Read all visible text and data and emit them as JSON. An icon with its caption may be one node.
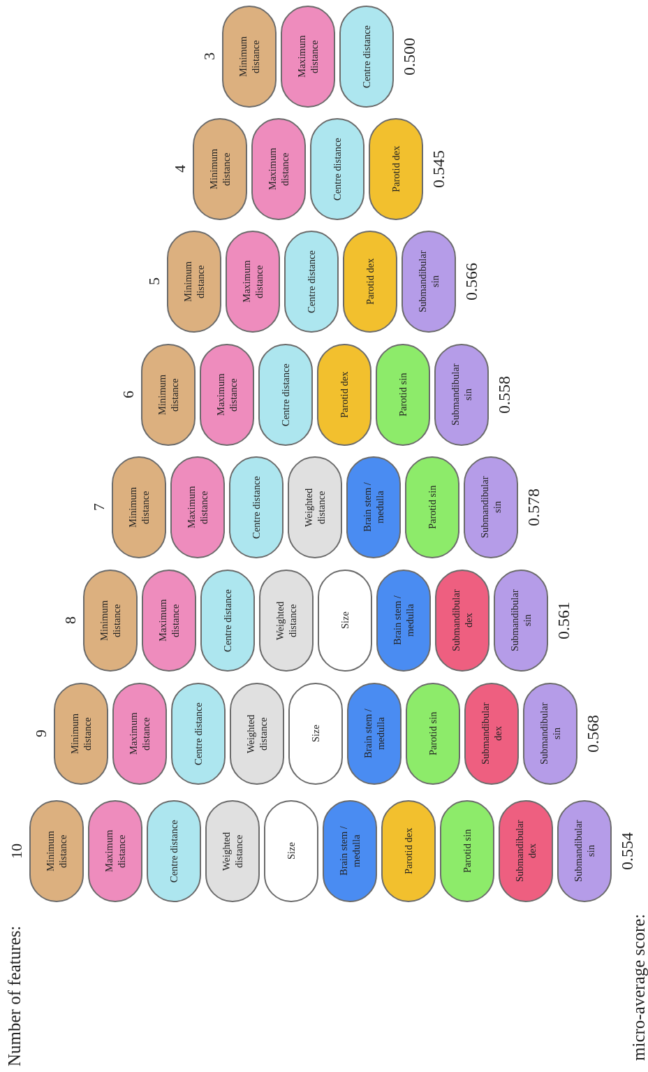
{
  "diagram": {
    "nodes": [
      {
        "text": [
          "Minimum distance"
        ]
      },
      {
        "text": [
          "Maximum distance"
        ]
      },
      {
        "text": [
          "Centre distance"
        ]
      },
      {
        "text": [
          "Weighted distance"
        ]
      },
      {
        "text": [
          "Size"
        ]
      },
      {
        "text": [
          "Brain stem / medulla"
        ]
      },
      {
        "text": [
          "Parotid dex"
        ]
      },
      {
        "text": [
          "Parotid sin"
        ]
      },
      {
        "text": [
          "Submandibular dex"
        ]
      },
      {
        "text": [
          "Submandibular sin"
        ]
      },
      {
        "text": [
          "Minimum distance"
        ]
      },
      {
        "text": [
          "Maximum distance"
        ]
      },
      {
        "text": [
          "Centre distance"
        ]
      },
      {
        "text": [
          "Weighted distance"
        ]
      },
      {
        "text": [
          "Size"
        ]
      },
      {
        "text": [
          "Brain stem / medulla"
        ]
      },
      {
        "text": [
          "Parotid sin"
        ]
      },
      {
        "text": [
          "Submandibular dex"
        ]
      },
      {
        "text": [
          "Submandibular sin"
        ]
      },
      {
        "text": [
          "Minimum distance"
        ]
      },
      {
        "text": [
          "Maximum distance"
        ]
      },
      {
        "text": [
          "Centre distance"
        ]
      },
      {
        "text": [
          "Weighted distance"
        ]
      },
      {
        "text": [
          "Size"
        ]
      },
      {
        "text": [
          "Brain stem / medulla"
        ]
      },
      {
        "text": [
          "Submandibular dex"
        ]
      },
      {
        "text": [
          "Submandibular sin"
        ]
      },
      {
        "text": [
          "Minimum distance"
        ]
      },
      {
        "text": [
          "Maximum distance"
        ]
      },
      {
        "text": [
          "Centre distance"
        ]
      },
      {
        "text": [
          "Weighted distance"
        ]
      },
      {
        "text": [
          "Brain stem / medulla"
        ]
      },
      {
        "text": [
          "Parotid sin"
        ]
      },
      {
        "text": [
          "Submandibular sin"
        ]
      },
      {
        "text": [
          "Minimum distance"
        ]
      },
      {
        "text": [
          "Maximum distance"
        ]
      },
      {
        "text": [
          "Centre distance"
        ]
      },
      {
        "text": [
          "Parotid dex"
        ]
      },
      {
        "text": [
          "Parotid sin"
        ]
      },
      {
        "text": [
          "Submandibular sin"
        ]
      },
      {
        "text": [
          "Minimum distance"
        ]
      },
      {
        "text": [
          "Maximum distance"
        ]
      },
      {
        "text": [
          "Centre distance"
        ]
      },
      {
        "text": [
          "Parotid dex"
        ]
      },
      {
        "text": [
          "Submandibular sin"
        ]
      },
      {
        "text": [
          "Minimum distance"
        ]
      },
      {
        "text": [
          "Maximum distance"
        ]
      },
      {
        "text": [
          "Centre distance"
        ]
      },
      {
        "text": [
          "Parotid dex"
        ]
      },
      {
        "text": [
          "Minimum distance"
        ]
      },
      {
        "text": [
          "Maximum distance"
        ]
      },
      {
        "text": [
          "Centre distance"
        ]
      }
    ],
    "labels": [
      "Number of features:",
      "10",
      "9",
      "8",
      "7",
      "6",
      "5",
      "4",
      "3",
      "micro-average score:",
      "0.554",
      "0.568",
      "0.561",
      "0.578",
      "0.558",
      "0.566",
      "0.545",
      "0.500"
    ]
  }
}
